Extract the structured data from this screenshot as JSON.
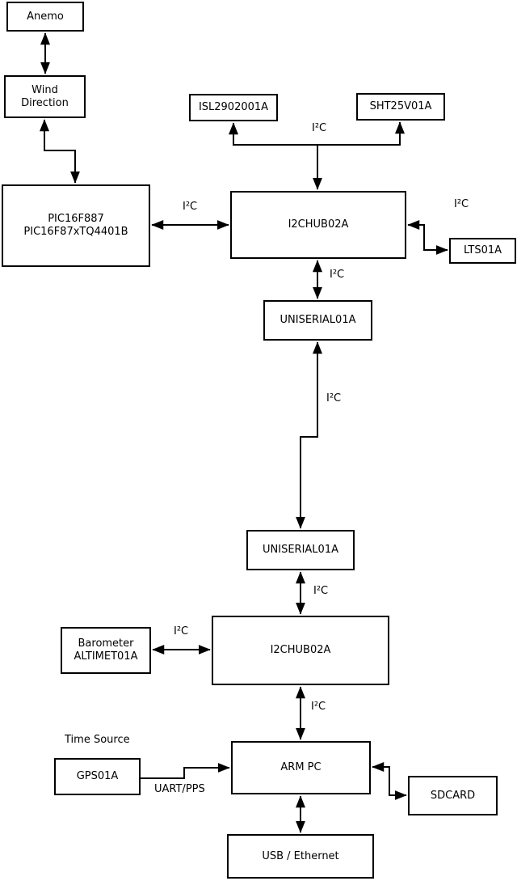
{
  "diagram": {
    "nodes": {
      "anemo": {
        "lines": [
          "Anemo"
        ]
      },
      "wind_direction": {
        "lines": [
          "Wind",
          "Direction"
        ]
      },
      "pic": {
        "lines": [
          "PIC16F887",
          "PIC16F87xTQ4401B"
        ]
      },
      "isl": {
        "lines": [
          "ISL2902001A"
        ]
      },
      "sht": {
        "lines": [
          "SHT25V01A"
        ]
      },
      "hub1": {
        "lines": [
          "I2CHUB02A"
        ]
      },
      "lts": {
        "lines": [
          "LTS01A"
        ]
      },
      "uniserial1": {
        "lines": [
          "UNISERIAL01A"
        ]
      },
      "uniserial2": {
        "lines": [
          "UNISERIAL01A"
        ]
      },
      "barometer": {
        "lines": [
          "Barometer",
          "ALTIMET01A"
        ]
      },
      "hub2": {
        "lines": [
          "I2CHUB02A"
        ]
      },
      "gps": {
        "lines": [
          "GPS01A"
        ]
      },
      "arm_pc": {
        "lines": [
          "ARM PC"
        ]
      },
      "sdcard": {
        "lines": [
          "SDCARD"
        ]
      },
      "usb_ethernet": {
        "lines": [
          "USB / Ethernet"
        ]
      }
    },
    "edge_labels": {
      "i2c_sensors": "I²C",
      "i2c_pic_hub1": "I²C",
      "i2c_hub1_lts": "I²C",
      "i2c_hub1_uniserial1": "I²C",
      "i2c_uniserial_link": "I²C",
      "i2c_uniserial2_hub2": "I²C",
      "i2c_barometer_hub2": "I²C",
      "i2c_hub2_armpc": "I²C",
      "uart_pps": "UART/PPS",
      "time_source": "Time Source"
    },
    "colors": {
      "line": "#000000",
      "box_background": "#ffffff",
      "page_background": "#ffffff"
    }
  }
}
